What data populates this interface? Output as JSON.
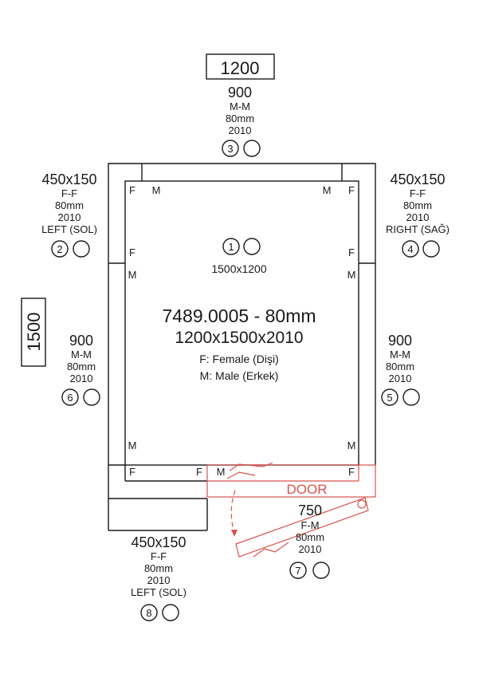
{
  "room": {
    "model": "7489.0005 - 80mm",
    "dimensions": "1200x1500x2010",
    "legend_female": "F: Female (Dişi)",
    "legend_male": "M: Male (Erkek)",
    "width_label": "1200",
    "depth_label": "1500"
  },
  "door": {
    "label": "DOOR"
  },
  "panels": [
    {
      "num": "1",
      "lines": [
        "1500x1200"
      ]
    },
    {
      "num": "2",
      "lines": [
        "450x150",
        "F-F",
        "80mm",
        "2010",
        "LEFT (SOL)"
      ]
    },
    {
      "num": "3",
      "lines": [
        "900",
        "M-M",
        "80mm",
        "2010"
      ]
    },
    {
      "num": "4",
      "lines": [
        "450x150",
        "F-F",
        "80mm",
        "2010",
        "RIGHT (SAĞ)"
      ]
    },
    {
      "num": "5",
      "lines": [
        "900",
        "M-M",
        "80mm",
        "2010"
      ]
    },
    {
      "num": "6",
      "lines": [
        "900",
        "M-M",
        "80mm",
        "2010"
      ]
    },
    {
      "num": "7",
      "lines": [
        "750",
        "F-M",
        "80mm",
        "2010"
      ]
    },
    {
      "num": "8",
      "lines": [
        "450x150",
        "F-F",
        "80mm",
        "2010",
        "LEFT (SOL)"
      ]
    }
  ],
  "joint_markers": {
    "female": "F",
    "male": "M"
  }
}
